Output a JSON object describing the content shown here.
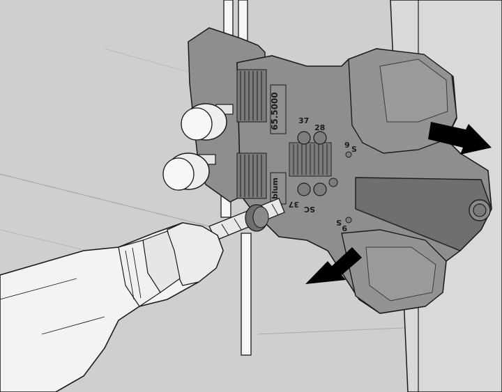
{
  "figure": {
    "jig_model": "65.5000",
    "brand_mark": "blum",
    "hole_labels": {
      "upper_left": "37",
      "upper_right": "28",
      "lower_left": "37",
      "lower_right": "SC"
    },
    "edge_labels": {
      "top_right_a": "9",
      "top_right_b": "S",
      "bottom_right_a": "9",
      "bottom_right_b": "S"
    },
    "colors": {
      "wall": "#cfcfcf",
      "cabinet_side": "#d9d9d9",
      "jig_body": "#8e8e8e",
      "jig_shadow": "#6f6f6f",
      "knob": "#efefef",
      "drill": "#f3f3f3",
      "arrow": "#000000",
      "outline": "#1a1a1a"
    }
  }
}
